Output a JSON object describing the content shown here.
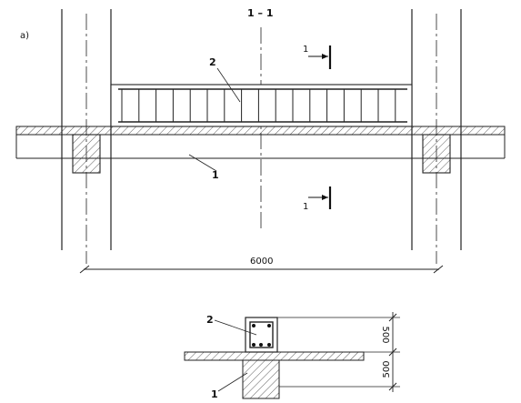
{
  "figure_label": "a)",
  "section_title": "1 – 1",
  "section_mark": "1",
  "callout_1": "1",
  "callout_2": "2",
  "span_dimension": "6000",
  "section_callout_1": "1",
  "section_callout_2": "2",
  "section_dim_upper": "500",
  "section_dim_lower": "500"
}
